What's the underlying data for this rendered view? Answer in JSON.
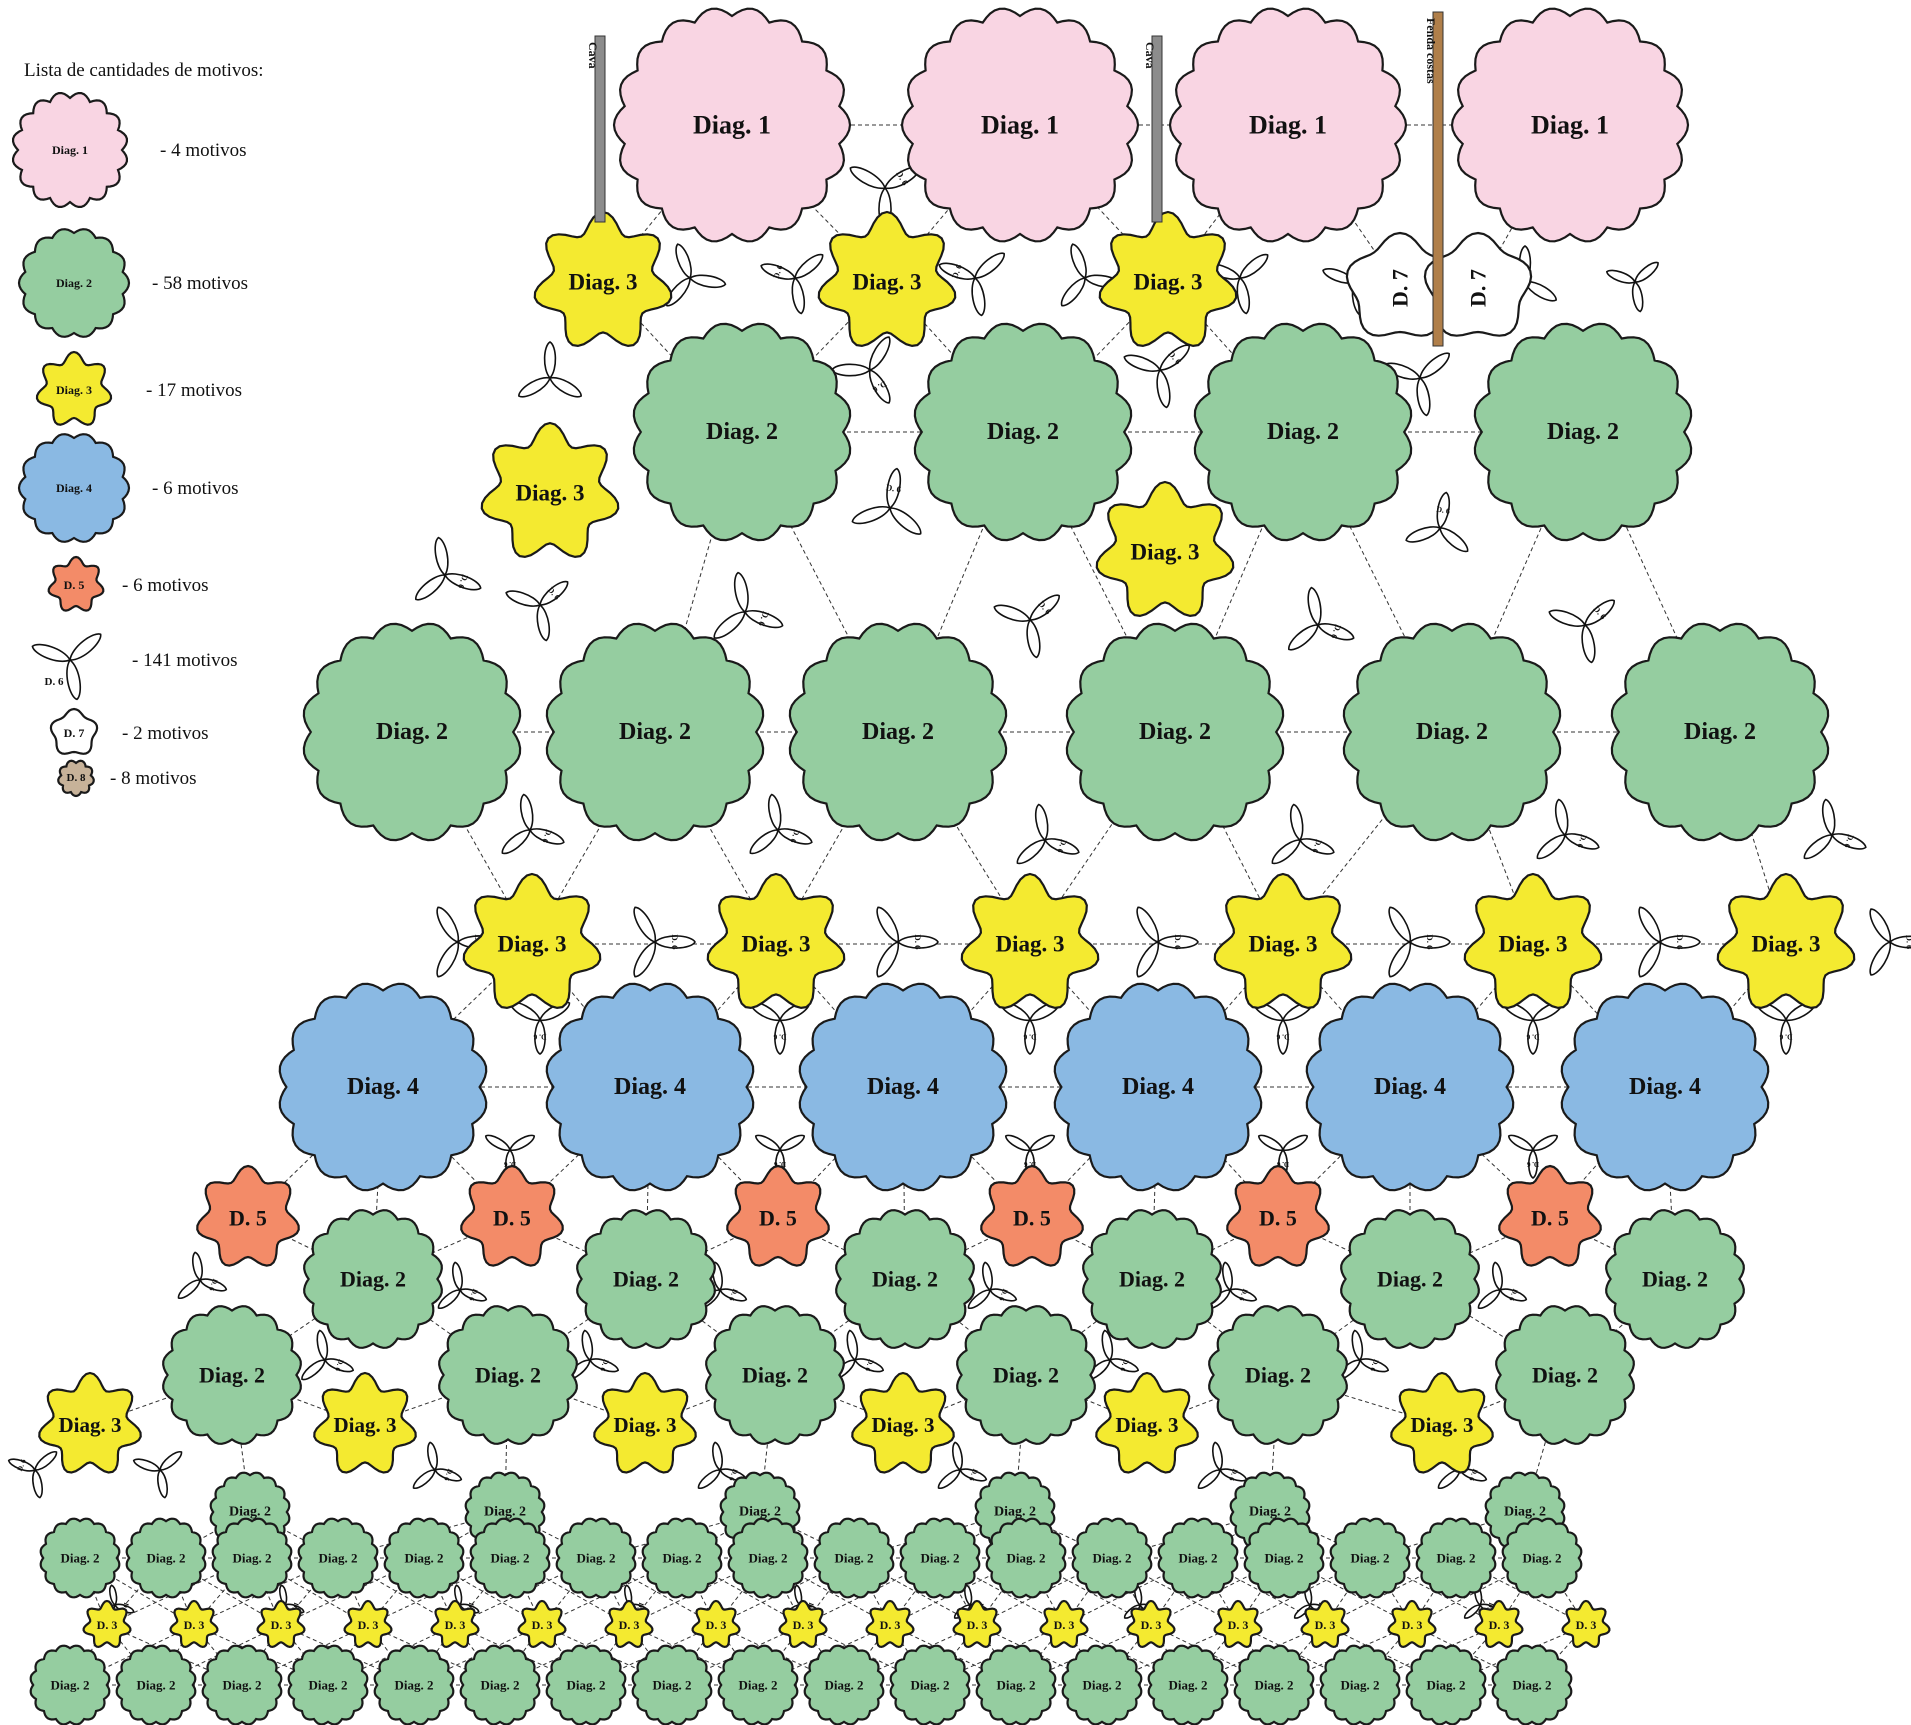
{
  "legend": {
    "title": "Lista de cantidades de motivos:",
    "items": [
      {
        "label": "Diag. 1",
        "text": "- 4 motivos",
        "color": "#f9d5e3"
      },
      {
        "label": "Diag. 2",
        "text": "- 58 motivos",
        "color": "#95cda0"
      },
      {
        "label": "Diag. 3",
        "text": "- 17 motivos",
        "color": "#f4ea30"
      },
      {
        "label": "Diag. 4",
        "text": "- 6 motivos",
        "color": "#8ab9e3"
      },
      {
        "label": "D. 5",
        "text": "- 6 motivos",
        "color": "#f38b68"
      },
      {
        "label": "D. 6",
        "text": "- 141 motivos",
        "color": "#ffffff"
      },
      {
        "label": "D. 7",
        "text": "- 2 motivos",
        "color": "#ffffff"
      },
      {
        "label": "D. 8",
        "text": "- 8 motivos",
        "color": "#c7b299"
      }
    ]
  },
  "markers": {
    "cava": "Cava",
    "fenda": "Fenda costas"
  },
  "motif_labels": {
    "d1": "Diag. 1",
    "d2": "Diag. 2",
    "d3": "Diag. 3",
    "d3_small": "D. 3",
    "d4": "Diag. 4",
    "d5": "D. 5",
    "d6": "D. 6",
    "d7": "D. 7"
  },
  "colors": {
    "diag1": "#f9d5e3",
    "diag2": "#95cda0",
    "diag3": "#f4ea30",
    "diag4": "#8ab9e3",
    "d5": "#f38b68",
    "d7": "#ffffff",
    "d8": "#c7b299",
    "cava_bar": "#8c8c8c",
    "fenda_bar": "#b07f4a"
  }
}
